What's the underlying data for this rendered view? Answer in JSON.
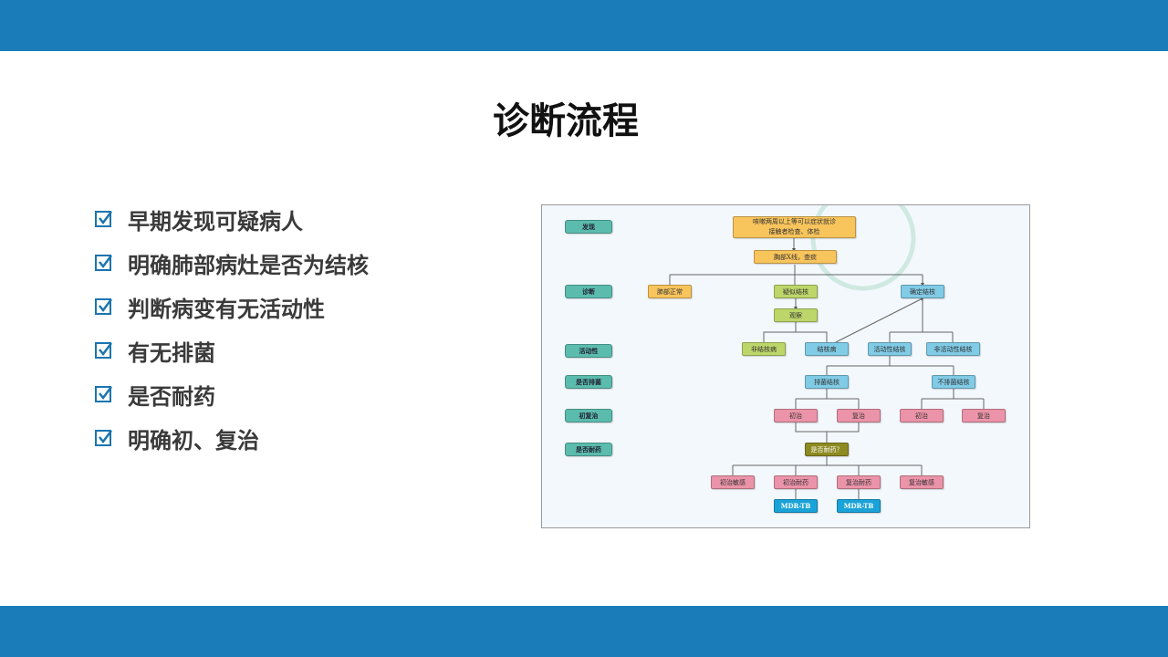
{
  "title": "诊断流程",
  "bullets": [
    "早期发现可疑病人",
    "明确肺部病灶是否为结核",
    "判断病变有无活动性",
    "有无排菌",
    "是否耐药",
    "明确初、复治"
  ],
  "colors": {
    "bar": "#1a7cb8",
    "check": "#1a75b0"
  },
  "flowchart": {
    "row_labels": [
      "发现",
      "诊断",
      "活动性",
      "是否排菌",
      "初复治",
      "是否耐药"
    ],
    "start_line1": "咳嗽两周以上等可以症状就诊",
    "start_line2": "接触者检查、体检",
    "xray": "胸部X线，查痰",
    "normal": "肺部正常",
    "suspect": "疑似结核",
    "confirmed": "确定结核",
    "observe": "观察",
    "non_tb": "非结核病",
    "tb": "结核病",
    "active": "活动性结核",
    "inactive": "非活动性结核",
    "smear_pos": "排菌结核",
    "smear_neg": "不排菌结核",
    "new1": "初治",
    "retreat1": "复治",
    "new2": "初治",
    "retreat2": "复治",
    "resistant_q": "是否耐药？",
    "new_sens": "初治敏感",
    "new_res": "初治耐药",
    "retreat_res": "复治耐药",
    "retreat_sens": "复治敏感",
    "mdr1": "MDR-TB",
    "mdr2": "MDR-TB"
  }
}
